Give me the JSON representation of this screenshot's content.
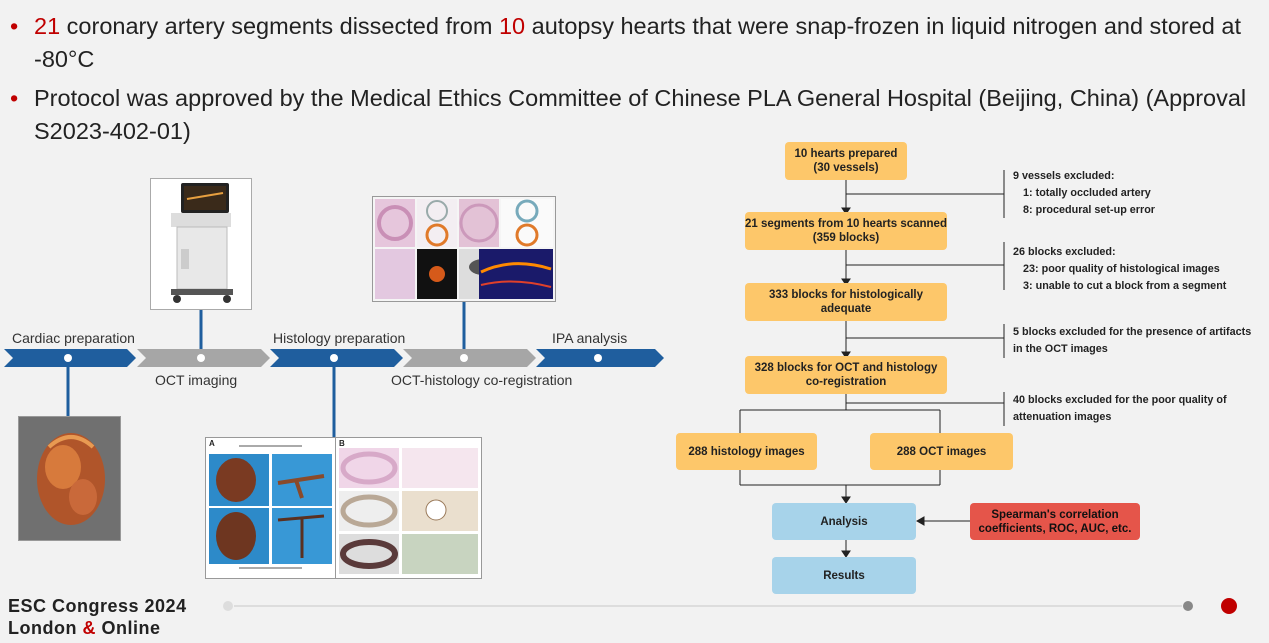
{
  "bullets": [
    {
      "n1": "21",
      "t1": " coronary artery segments dissected from ",
      "n2": "10",
      "t2": " autopsy hearts that were snap-frozen in liquid nitrogen and stored at -80°C"
    },
    {
      "text": "Protocol was approved by the Medical Ethics Committee of Chinese PLA General Hospital (Beijing, China) (Approval S2023-402-01)"
    }
  ],
  "timeline": {
    "steps": [
      "Cardiac preparation",
      "OCT imaging",
      "Histology preparation",
      "OCT-histology co-registration",
      "IPA analysis"
    ],
    "colors": {
      "blue": "#1f5e9e",
      "gray": "#a6a6a6"
    }
  },
  "figure": {
    "panel_a_label": "A",
    "panel_b_label": "B"
  },
  "flow": {
    "box1": "10 hearts prepared (30 vessels)",
    "box2": "21 segments from 10 hearts scanned (359 blocks)",
    "box3": "333 blocks for histologically adequate",
    "box4": "328 blocks for OCT and histology co-registration",
    "box5a": "288 histology images",
    "box5b": "288 OCT images",
    "box6": "Analysis",
    "box7": "Results",
    "side": "Spearman's correlation coefficients, ROC, AUC, etc.",
    "ex1": {
      "title": "9 vessels excluded:",
      "items": [
        "1: totally occluded artery",
        "8: procedural set-up error"
      ]
    },
    "ex2": {
      "title": "26 blocks excluded:",
      "items": [
        "23: poor quality of  histological images",
        "3: unable to cut a block from a segment"
      ]
    },
    "ex3": "5 blocks excluded for the presence of artifacts in the OCT images",
    "ex4": "40 blocks excluded for the poor quality of attenuation images",
    "colors": {
      "orange": "#fdc76a",
      "blue": "#a7d3ea",
      "red": "#e5554a"
    }
  },
  "footer": {
    "line1": "ESC Congress 2024",
    "line2a": "London ",
    "amp": "&",
    "line2b": " Online"
  }
}
